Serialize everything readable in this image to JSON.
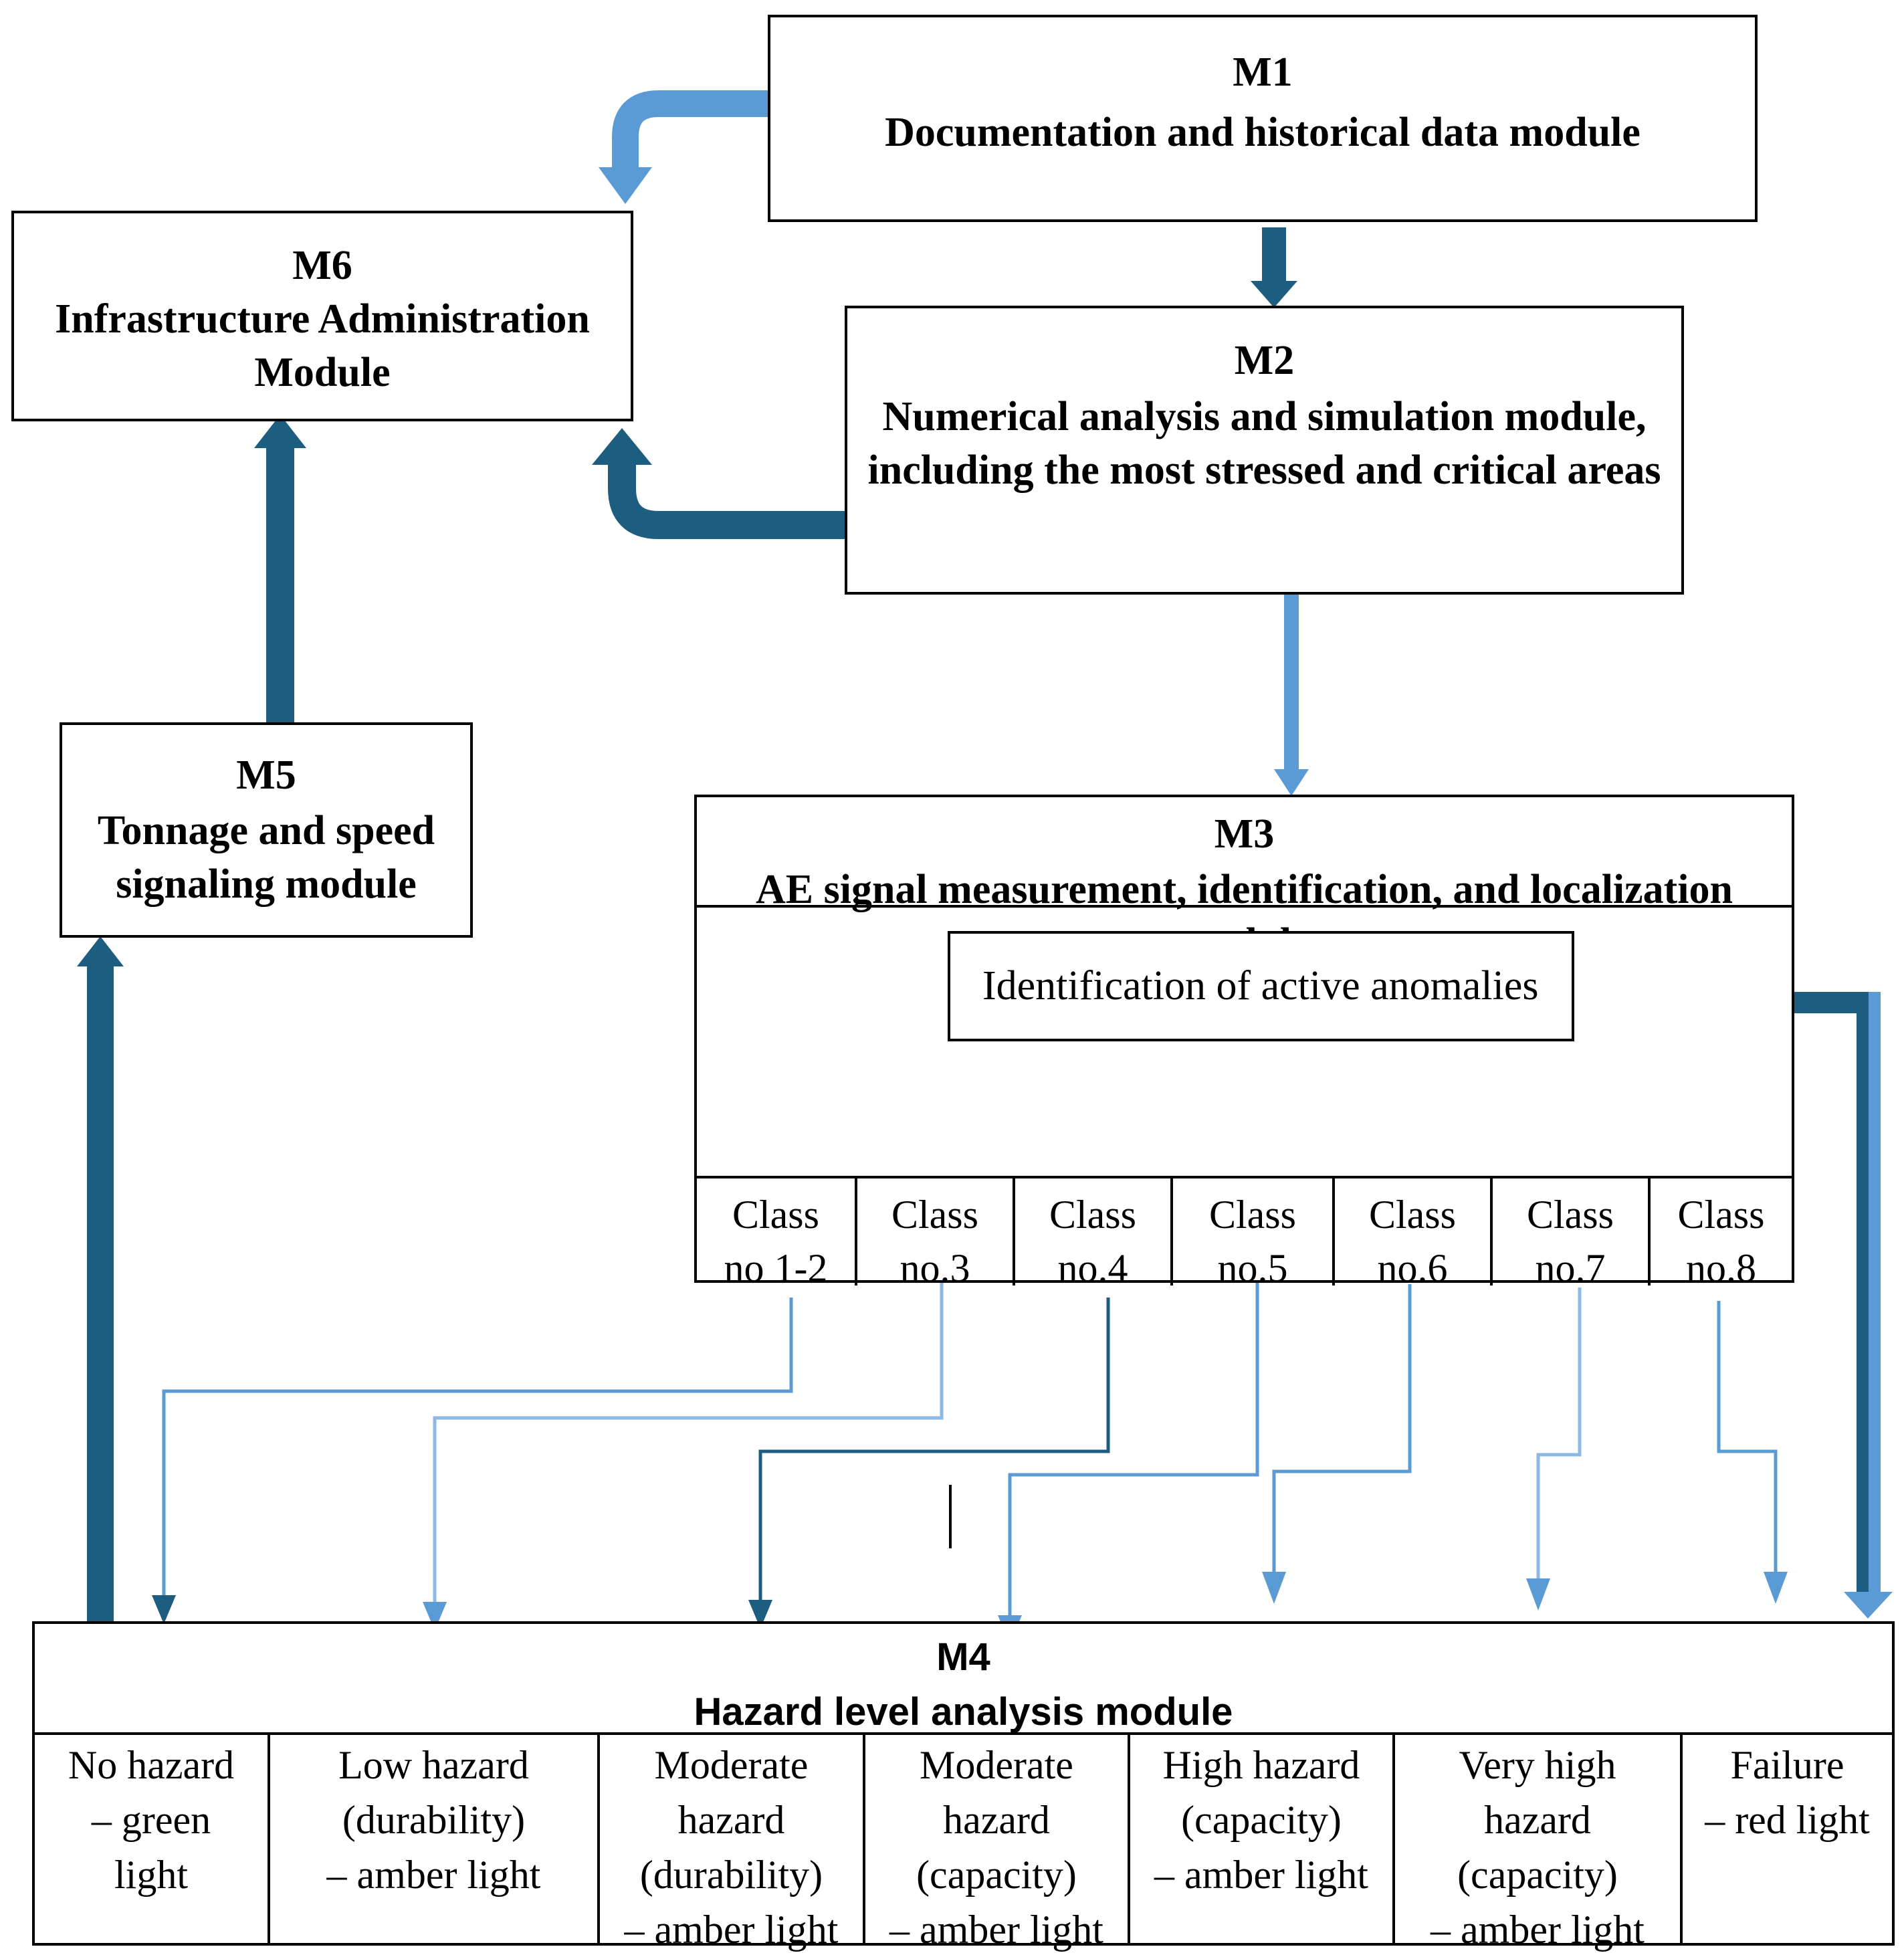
{
  "colors": {
    "dark": "#1c5d80",
    "light": "#5b9bd5",
    "black": "#000000"
  },
  "m1": {
    "code": "M1",
    "name": "Documentation and historical data module"
  },
  "m2": {
    "code": "M2",
    "name_line1": "Numerical analysis and simulation module,",
    "name_line2": "including the most stressed and critical areas"
  },
  "m3": {
    "code": "M3",
    "name": "AE signal measurement, identification, and localization module",
    "inner": "Identification of active anomalies",
    "classes": [
      {
        "l1": "Class",
        "l2": "no 1-2"
      },
      {
        "l1": "Class",
        "l2": "no.3"
      },
      {
        "l1": "Class",
        "l2": "no.4"
      },
      {
        "l1": "Class",
        "l2": "no.5"
      },
      {
        "l1": "Class",
        "l2": "no.6"
      },
      {
        "l1": "Class",
        "l2": "no.7"
      },
      {
        "l1": "Class",
        "l2": "no.8"
      }
    ]
  },
  "m4": {
    "code": "M4",
    "name": "Hazard level analysis module",
    "levels": [
      {
        "l1": "No hazard",
        "l2": "– green",
        "l3": "light",
        "l4": ""
      },
      {
        "l1": "Low hazard",
        "l2": "(durability)",
        "l3": "– amber light",
        "l4": ""
      },
      {
        "l1": "Moderate",
        "l2": "hazard",
        "l3": "(durability)",
        "l4": "– amber light"
      },
      {
        "l1": "Moderate",
        "l2": "hazard",
        "l3": "(capacity)",
        "l4": "– amber light"
      },
      {
        "l1": "High hazard",
        "l2": "(capacity)",
        "l3": "– amber light",
        "l4": ""
      },
      {
        "l1": "Very high",
        "l2": "hazard",
        "l3": "(capacity)",
        "l4": "– amber light"
      },
      {
        "l1": "Failure",
        "l2": "– red light",
        "l3": "",
        "l4": ""
      }
    ]
  },
  "m5": {
    "code": "M5",
    "name_line1": "Tonnage and speed",
    "name_line2": "signaling module"
  },
  "m6": {
    "code": "M6",
    "name_line1": "Infrastructure Administration",
    "name_line2": "Module"
  }
}
